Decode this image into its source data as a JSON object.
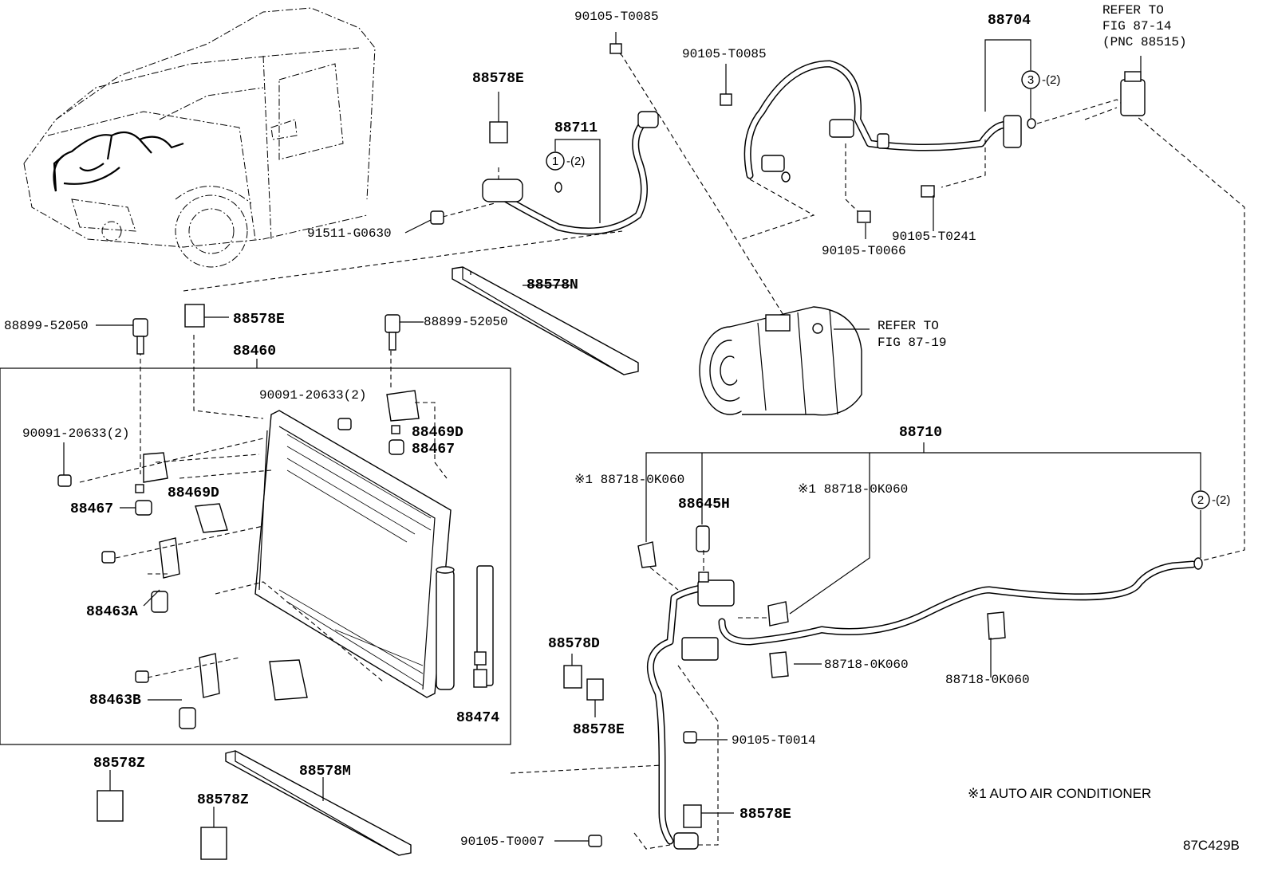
{
  "diagram": {
    "figure_code": "87C429B",
    "note": "※1 AUTO AIR CONDITIONER",
    "references": {
      "ref_expansion": [
        "REFER TO",
        "FIG 87-14",
        "(PNC 88515)"
      ],
      "ref_compressor": [
        "REFER TO",
        "FIG 87-19"
      ]
    },
    "callouts": {
      "c1": {
        "num": "1",
        "qty": "-(2)"
      },
      "c2": {
        "num": "2",
        "qty": "-(2)"
      },
      "c3": {
        "num": "3",
        "qty": "-(2)"
      }
    },
    "labels": {
      "p88711": "88711",
      "p88578E_top": "88578E",
      "p90105_T0085_a": "90105-T0085",
      "p90105_T0085_b": "90105-T0085",
      "p91511_G0630": "91511-G0630",
      "p88704": "88704",
      "p90105_T0066": "90105-T0066",
      "p90105_T0241": "90105-T0241",
      "p88578N": "88578N",
      "p88899_52050_a": "88899-52050",
      "p88899_52050_b": "88899-52050",
      "p88578E_mid": "88578E",
      "p88460": "88460",
      "p90091_20633_a": "90091-20633(2)",
      "p90091_20633_b": "90091-20633(2)",
      "p88469D_a": "88469D",
      "p88469D_b": "88469D",
      "p88467_a": "88467",
      "p88467_b": "88467",
      "p88463A": "88463A",
      "p88463B": "88463B",
      "p88474": "88474",
      "p88578Z_a": "88578Z",
      "p88578Z_b": "88578Z",
      "p88578M": "88578M",
      "p88710": "88710",
      "p88718_0K060_a": "※1 88718-0K060",
      "p88718_0K060_b": "※1 88718-0K060",
      "p88718_0K060_c": "88718-0K060",
      "p88718_0K060_d": "88718-0K060",
      "p88645H": "88645H",
      "p88578D": "88578D",
      "p88578E_low": "88578E",
      "p88578E_bot": "88578E",
      "p90105_T0014": "90105-T0014",
      "p90105_T0007": "90105-T0007"
    }
  }
}
